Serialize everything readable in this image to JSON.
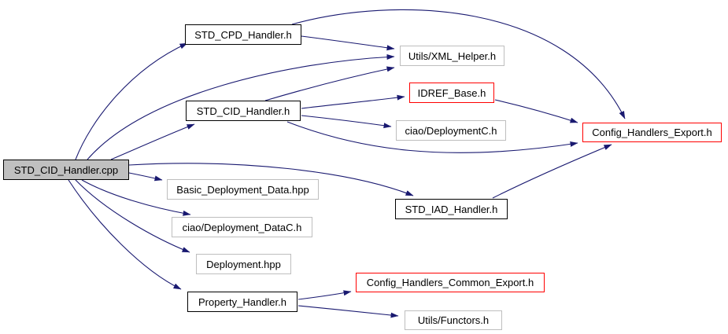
{
  "figure": {
    "kind": "include-dependency-graph",
    "root": "STD_CID_Handler.cpp"
  },
  "colors": {
    "background": "#ffffff",
    "edge": "#191970",
    "node_fill": "#ffffff",
    "main_node_fill": "#c0c0c0",
    "node_border_default": "#000000",
    "node_border_leaf": "#bebebe",
    "node_border_external": "#ff0000"
  },
  "nodes": [
    {
      "id": "std-cid-handler-cpp",
      "label": "STD_CID_Handler.cpp",
      "kind": "main"
    },
    {
      "id": "std-cpd-handler-h",
      "label": "STD_CPD_Handler.h",
      "kind": "internal"
    },
    {
      "id": "utils-xml-helper-h",
      "label": "Utils/XML_Helper.h",
      "kind": "leaf"
    },
    {
      "id": "idref-base-h",
      "label": "IDREF_Base.h",
      "kind": "external"
    },
    {
      "id": "std-cid-handler-h",
      "label": "STD_CID_Handler.h",
      "kind": "internal"
    },
    {
      "id": "ciao-deploymentc-h",
      "label": "ciao/DeploymentC.h",
      "kind": "leaf"
    },
    {
      "id": "config-handlers-export-h",
      "label": "Config_Handlers_Export.h",
      "kind": "external"
    },
    {
      "id": "basic-deployment-data-hpp",
      "label": "Basic_Deployment_Data.hpp",
      "kind": "leaf"
    },
    {
      "id": "std-iad-handler-h",
      "label": "STD_IAD_Handler.h",
      "kind": "internal"
    },
    {
      "id": "ciao-deployment-datac-h",
      "label": "ciao/Deployment_DataC.h",
      "kind": "leaf"
    },
    {
      "id": "deployment-hpp",
      "label": "Deployment.hpp",
      "kind": "leaf"
    },
    {
      "id": "property-handler-h",
      "label": "Property_Handler.h",
      "kind": "internal"
    },
    {
      "id": "config-handlers-common-export-h",
      "label": "Config_Handlers_Common_Export.h",
      "kind": "external"
    },
    {
      "id": "utils-functors-h",
      "label": "Utils/Functors.h",
      "kind": "leaf"
    }
  ],
  "edges": [
    {
      "from": "STD_CID_Handler.cpp",
      "to": "STD_CPD_Handler.h"
    },
    {
      "from": "STD_CID_Handler.cpp",
      "to": "Utils/XML_Helper.h"
    },
    {
      "from": "STD_CID_Handler.cpp",
      "to": "STD_CID_Handler.h"
    },
    {
      "from": "STD_CID_Handler.cpp",
      "to": "STD_IAD_Handler.h"
    },
    {
      "from": "STD_CID_Handler.cpp",
      "to": "Basic_Deployment_Data.hpp"
    },
    {
      "from": "STD_CID_Handler.cpp",
      "to": "ciao/Deployment_DataC.h"
    },
    {
      "from": "STD_CID_Handler.cpp",
      "to": "Deployment.hpp"
    },
    {
      "from": "STD_CID_Handler.cpp",
      "to": "Property_Handler.h"
    },
    {
      "from": "STD_CPD_Handler.h",
      "to": "Utils/XML_Helper.h"
    },
    {
      "from": "STD_CPD_Handler.h",
      "to": "Config_Handlers_Export.h"
    },
    {
      "from": "STD_CID_Handler.h",
      "to": "Utils/XML_Helper.h"
    },
    {
      "from": "STD_CID_Handler.h",
      "to": "IDREF_Base.h"
    },
    {
      "from": "STD_CID_Handler.h",
      "to": "ciao/DeploymentC.h"
    },
    {
      "from": "STD_CID_Handler.h",
      "to": "Config_Handlers_Export.h"
    },
    {
      "from": "IDREF_Base.h",
      "to": "Config_Handlers_Export.h"
    },
    {
      "from": "STD_IAD_Handler.h",
      "to": "Config_Handlers_Export.h"
    },
    {
      "from": "Property_Handler.h",
      "to": "Config_Handlers_Common_Export.h"
    },
    {
      "from": "Property_Handler.h",
      "to": "Utils/Functors.h"
    }
  ]
}
